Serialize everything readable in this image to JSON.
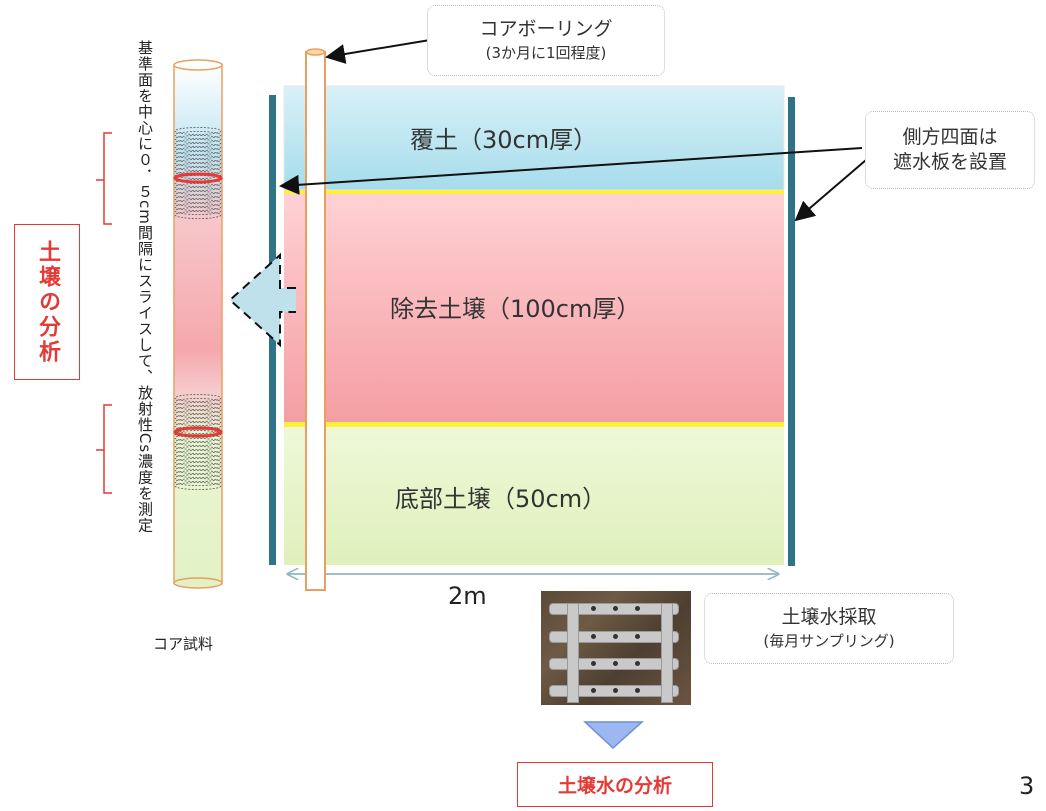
{
  "callout_core_boring": {
    "title": "コアボーリング",
    "sub": "(3か月に1回程度)"
  },
  "callout_side_panels": {
    "line1": "側方四面は",
    "line2": "遮水板を設置"
  },
  "callout_soil_water": {
    "title": "土壌水採取",
    "sub": "(毎月サンプリング)"
  },
  "layers": {
    "top": "覆土（30cm厚）",
    "middle": "除去土壌（100cm厚）",
    "bottom": "底部土壌（50cm）"
  },
  "width_label": "2m",
  "core_description": "基準面を中心に０．５cm間隔にスライスして、放射性Cs濃度を測定",
  "core_sample_label": "コア試料",
  "soil_analysis_label": "土壌の分析",
  "soil_water_analysis_label": "土壌水の分析",
  "page_number": "3",
  "colors": {
    "cover": "#bfe6f2",
    "removed": "#f7b3b6",
    "bottom": "#e6f4c8",
    "boundary": "#fff03a",
    "panel": "#2f7486",
    "pipe_border": "#e8a060",
    "red": "#e53935",
    "arrow_blue": "#9db8f0"
  }
}
